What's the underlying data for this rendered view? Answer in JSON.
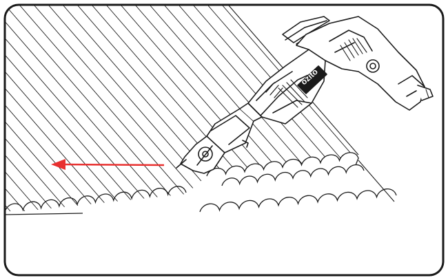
{
  "brand": {
    "logo_text": "ozito"
  },
  "colors": {
    "frame": "#1a1a1a",
    "line_art": "#1a1a1a",
    "background": "#ffffff",
    "arrow": "#e8302f"
  },
  "illustration": {
    "subject": "power-shear-cutting-corrugated-sheet",
    "cut_direction": "left"
  }
}
